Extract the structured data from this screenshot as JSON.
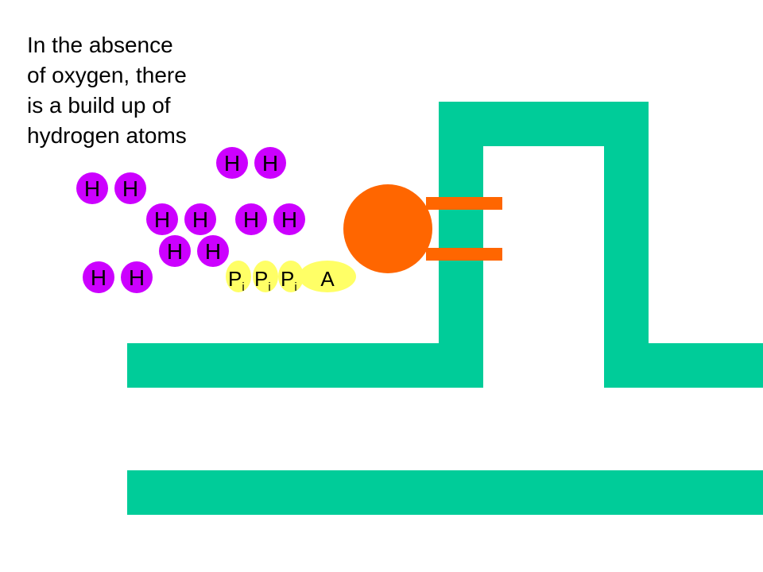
{
  "caption": {
    "lines": [
      "In the absence",
      "of oxygen, there",
      "is a build up of",
      "hydrogen atoms"
    ]
  },
  "hydrogen": {
    "label": "H",
    "color": "#cc00ff"
  },
  "atp": {
    "phosphate_label": "P",
    "phosphate_subscript": "i",
    "adenine_label": "A",
    "color": "#ffff66"
  },
  "enzyme": {
    "color": "#ff6600"
  },
  "membrane": {
    "color": "#00cc99"
  }
}
